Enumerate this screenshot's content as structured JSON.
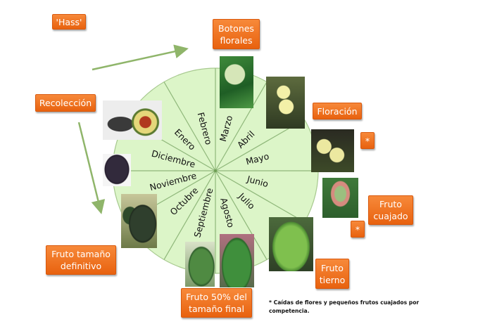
{
  "title": "'Hass'",
  "colors": {
    "wheel_fill": "#dcf5c8",
    "wheel_stroke": "#8fb77a",
    "arrow": "#8fb56a",
    "label_orange": "#f07a27"
  },
  "wheel": {
    "months": [
      "Enero",
      "Febrero",
      "Marzo",
      "Abril",
      "Mayo",
      "Junio",
      "Julio",
      "Agosto",
      "Septiembre",
      "Octubre",
      "Noviembre",
      "Diciembre"
    ]
  },
  "labels": {
    "recoleccion": "Recolección",
    "botones_florales": "Botones\nflorales",
    "floracion": "Floración",
    "fruto_cuajado": "Fruto\ncuajado",
    "fruto_tierno": "Fruto\ntierno",
    "fruto_50": "Fruto 50% del\ntamaño final",
    "fruto_definitivo": "Fruto tamaño\ndefinitivo",
    "asterisk_1": "*",
    "asterisk_2": "*"
  },
  "photos": [
    {
      "name": "flower-bud-photo",
      "subject": "flower-buds"
    },
    {
      "name": "flower-photo",
      "subject": "flowers"
    },
    {
      "name": "open-flower-photo",
      "subject": "flowers"
    },
    {
      "name": "fruit-set-photo",
      "subject": "fruit-set"
    },
    {
      "name": "young-fruit-photo",
      "subject": "young-fruit"
    },
    {
      "name": "half-size-fruit-photo",
      "subject": "fruit"
    },
    {
      "name": "half-size-fruit-photo-2",
      "subject": "fruit"
    },
    {
      "name": "final-size-fruit-photo",
      "subject": "fruit"
    },
    {
      "name": "ripe-avocado-photo",
      "subject": "ripe-avocado"
    },
    {
      "name": "cut-avocado-photo",
      "subject": "cut-avocado"
    }
  ],
  "footnote": "* Caídas de flores y pequeños frutos cuajados por competencia."
}
